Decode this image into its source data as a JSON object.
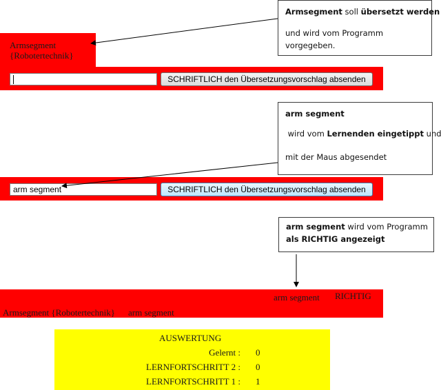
{
  "step1": {
    "term": "Armsegment",
    "context": "{Robotertechnik}",
    "input_value": "",
    "button_label": "SCHRIFTLICH den  Übersetzungsvorschlag absenden",
    "callout": {
      "line1_bold": "Armsegment",
      "line1_rest": " soll ",
      "line1_bold2": "übersetzt werden",
      "line2": "und wird vom Programm",
      "line3": "vorgegeben."
    }
  },
  "step2": {
    "input_value": "arm segment",
    "button_label": "SCHRIFTLICH den  Übersetzungsvorschlag absenden",
    "callout": {
      "line1_bold": "arm segment",
      "line2_a": " wird vom ",
      "line2_bold": "Lernenden eingetippt",
      "line2_b": " und",
      "line3": "mit der Maus abgesendet"
    }
  },
  "step3": {
    "callout": {
      "line1_bold": "arm segment",
      "line1_rest": " wird vom Programm",
      "line2_bold": "als RICHTIG angezeigt"
    },
    "answer": "arm segment",
    "result": "RICHTIG",
    "summary_term": "Armsegment {Robotertechnik}",
    "summary_answer": "arm segment"
  },
  "evaluation": {
    "title": "AUSWERTUNG",
    "rows": [
      {
        "label": "Gelernt :",
        "value": "0"
      },
      {
        "label": "LERNFORTSCHRITT 2 :",
        "value": "0"
      },
      {
        "label": "LERNFORTSCHRITT 1 :",
        "value": "1"
      }
    ]
  },
  "colors": {
    "panel_red": "#ff0000",
    "evaluation_yellow": "#ffff00",
    "callout_border": "#3a3a3a"
  }
}
